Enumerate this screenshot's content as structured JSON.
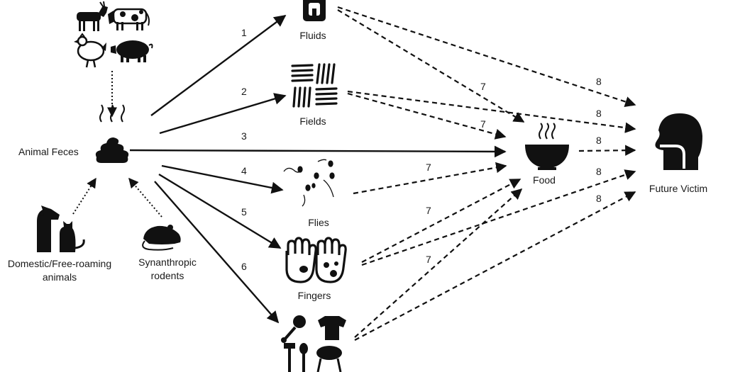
{
  "nodes": {
    "animal_feces": "Animal Feces",
    "fluids": "Fluids",
    "fields": "Fields",
    "flies": "Flies",
    "fingers": "Fingers",
    "food": "Food",
    "future_victim": "Future Victim",
    "domestic_line1": "Domestic/Free-roaming",
    "domestic_line2": "animals",
    "rodents_line1": "Synanthropic",
    "rodents_line2": "rodents"
  },
  "routes": {
    "r1": "1",
    "r2": "2",
    "r3": "3",
    "r4": "4",
    "r5": "5",
    "r6": "6",
    "to_food_fluids": "7",
    "to_food_fields": "7",
    "to_food_flies": "7",
    "to_food_fingers": "7",
    "to_food_fomites": "7",
    "to_victim_fluids": "8",
    "to_victim_fields": "8",
    "to_victim_food": "8",
    "to_victim_fingers": "8",
    "to_victim_fomites": "8"
  },
  "icons": [
    "goat-icon",
    "cow-icon",
    "chicken-icon",
    "pig-icon",
    "feces-icon",
    "dog-cat-icon",
    "rat-icon",
    "water-bottle-icon",
    "field-rows-icon",
    "flies-icon",
    "hands-icon",
    "fomites-icon",
    "food-bowl-icon",
    "person-head-icon"
  ],
  "colors": {
    "ink": "#111111",
    "background": "#ffffff"
  }
}
